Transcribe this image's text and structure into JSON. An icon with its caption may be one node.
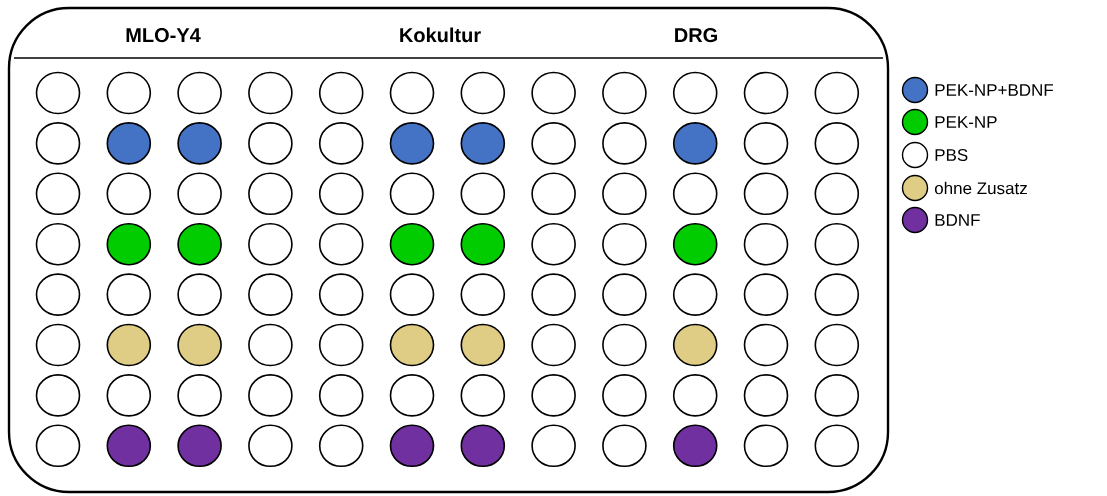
{
  "diagram": {
    "nodes": [
      {
        "text": [
          "MLO-Y4",
          "Kokultur",
          "DRG"
        ]
      }
    ],
    "legend": [
      {
        "text": "PEK-NP+BDNF",
        "color": "#4472c4"
      },
      {
        "text": "PEK-NP",
        "color": "#00cc00"
      },
      {
        "text": "PBS"
      },
      {
        "text": "ohne Zusatz",
        "color": "#dfcc85"
      },
      {
        "text": "BDNF",
        "color": "#7030a0"
      }
    ]
  }
}
